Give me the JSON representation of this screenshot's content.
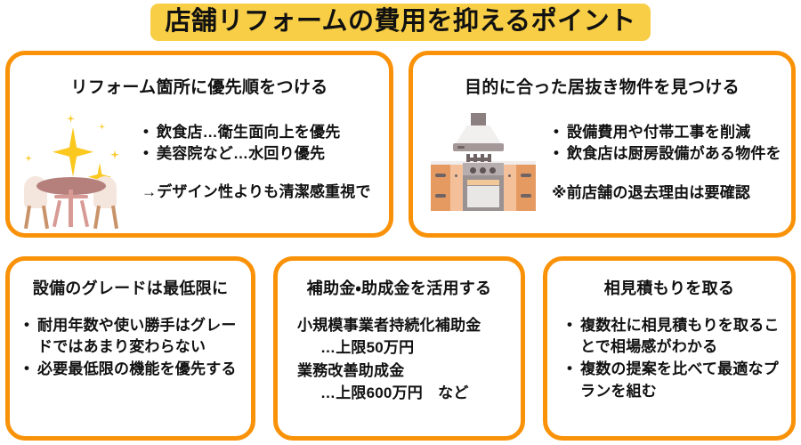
{
  "title": {
    "text": "店舗リフォームの費用を抑えるポイント",
    "badge_color": "#F8CE46"
  },
  "theme": {
    "card_border_color": "#F99208",
    "text_color": "#111111",
    "background": "#FFFFFF"
  },
  "cards": [
    {
      "id": "card-1",
      "title": "リフォーム箇所に優先順をつける",
      "icon": "table-chairs-sparkle-illustration",
      "bullets": [
        "飲食店…衛生面向上を優先",
        "美容院など…水回り優先"
      ],
      "note": "→デザイン性よりも清潔感重視で"
    },
    {
      "id": "card-2",
      "title": "目的に合った居抜き物件を見つける",
      "icon": "kitchen-stove-rangehood-illustration",
      "bullets": [
        "設備費用や付帯工事を削減",
        "飲食店は厨房設備がある物件を"
      ],
      "note": "※前店舗の退去理由は要確認"
    },
    {
      "id": "card-3",
      "title": "設備のグレードは最低限に",
      "bullets": [
        "耐用年数や使い勝手はグレードではあまり変わらない",
        "必要最低限の機能を優先する"
      ]
    },
    {
      "id": "card-4",
      "title": "補助金・助成金を活用する",
      "lines": [
        {
          "text": "小規模事業者持続化補助金",
          "indent": false
        },
        {
          "text": "…上限50万円",
          "indent": true
        },
        {
          "text": "業務改善助成金",
          "indent": false
        },
        {
          "text": "…上限600万円　など",
          "indent": true
        }
      ]
    },
    {
      "id": "card-5",
      "title": "相見積もりを取る",
      "bullets": [
        "複数社に相見積もりを取ることで相場感がわかる",
        "複数の提案を比べて最適なプランを組む"
      ]
    }
  ]
}
